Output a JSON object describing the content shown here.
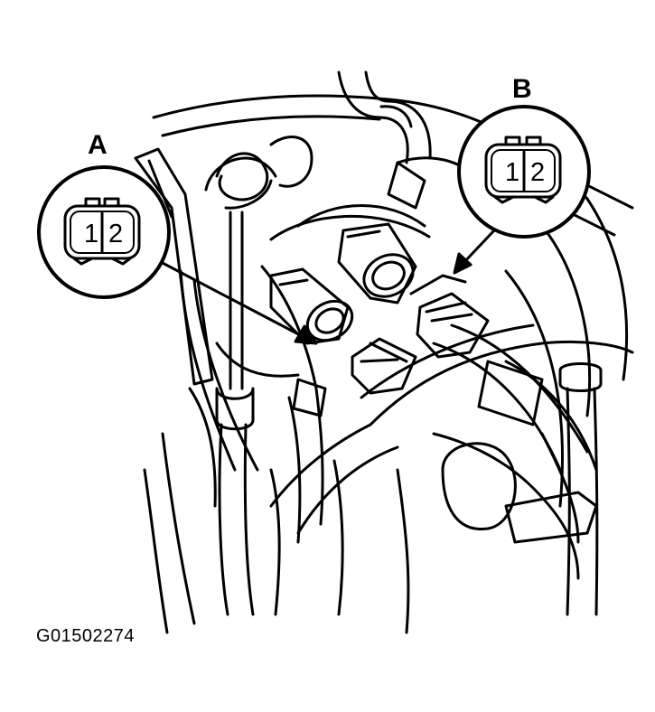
{
  "callouts": {
    "a": {
      "label": "A",
      "pins": [
        "1",
        "2"
      ]
    },
    "b": {
      "label": "B",
      "pins": [
        "1",
        "2"
      ]
    }
  },
  "figure_code": "G01502274",
  "colors": {
    "ink": "#000000",
    "paper": "#ffffff"
  }
}
